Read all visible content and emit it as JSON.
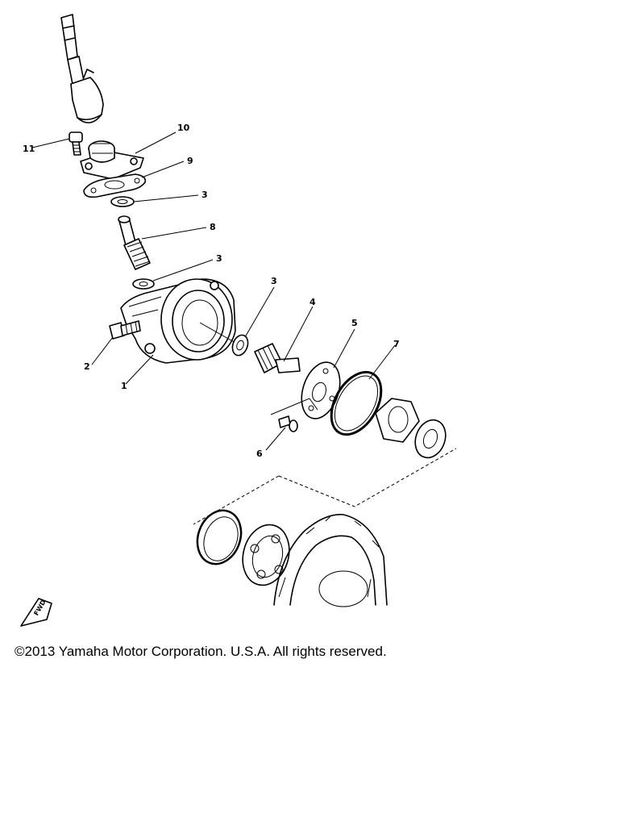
{
  "callouts": {
    "c1": "1",
    "c2": "2",
    "c3a": "3",
    "c3b": "3",
    "c3c": "3",
    "c4": "4",
    "c5": "5",
    "c6": "6",
    "c7": "7",
    "c8": "8",
    "c9": "9",
    "c10": "10",
    "c11": "11"
  },
  "front_marker": "FWD",
  "copyright": "©2013 Yamaha Motor Corporation. U.S.A. All rights reserved."
}
